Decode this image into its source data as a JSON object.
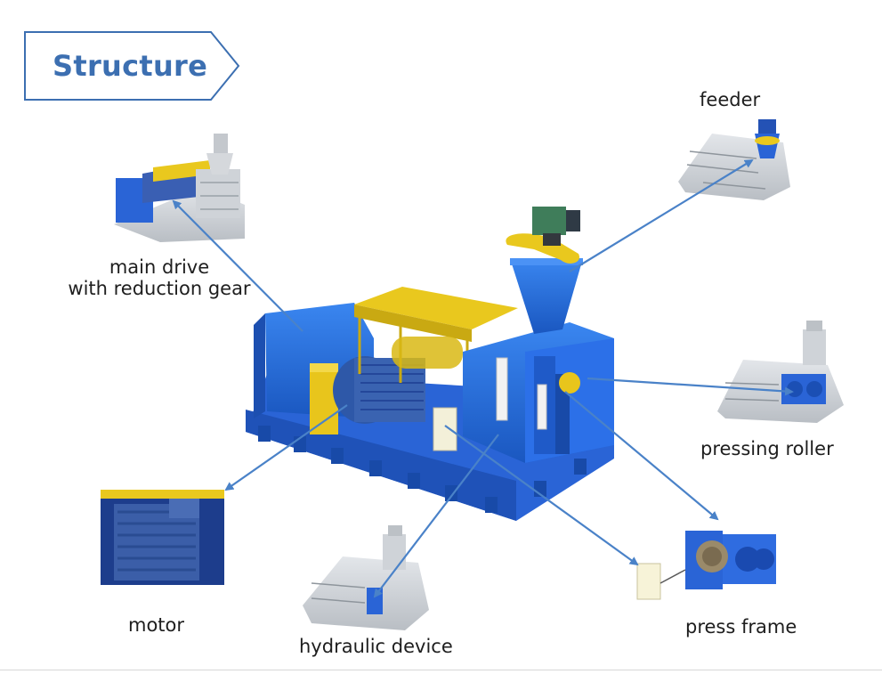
{
  "title": "Structure",
  "colors": {
    "accent": "#3c6fb1",
    "machine_blue": "#2a6fe0",
    "frame_yellow": "#e6c51a",
    "arrow": "#4a82c8",
    "grey_machine": "#c9cdd2"
  },
  "labels": {
    "feeder": "feeder",
    "main_drive_line1": "main drive",
    "main_drive_line2": "with reduction gear",
    "pressing_roller": "pressing roller",
    "press_frame": "press frame",
    "motor": "motor",
    "hydraulic_device": "hydraulic device"
  }
}
